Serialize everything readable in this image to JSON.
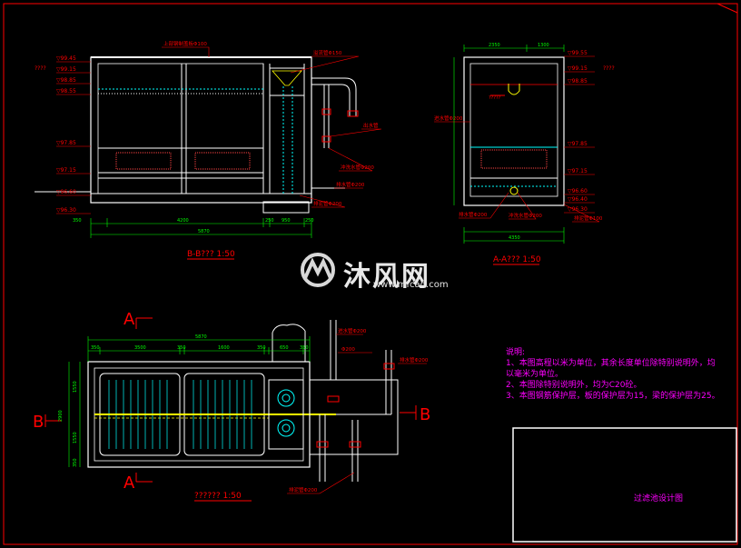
{
  "colors": {
    "background": "#000000",
    "frame": "#ff0000",
    "structure": "#ffffff",
    "dimension": "#00ff00",
    "annotation": "#ff0000",
    "notes": "#ff00ff",
    "water": "#00ffff",
    "pipe": "#ffff00"
  },
  "section_bb": {
    "label": "B-B??? 1:50",
    "levels": [
      "▽99.45",
      "▽99.15",
      "▽98.85",
      "▽98.55",
      "▽97.85",
      "▽97.15",
      "▽96.60",
      "▽96.30"
    ],
    "level_note": "????",
    "callouts": [
      "上部钢制盖板Φ100",
      "溢流管Φ150",
      "出水管",
      "冲洗水管Φ200",
      "排水管Φ200",
      "排泥管Φ200"
    ],
    "dims": [
      "350",
      "4200",
      "250",
      "950",
      "250",
      "5870"
    ]
  },
  "section_aa": {
    "label": "A-A??? 1:50",
    "levels": [
      "▽99.55",
      "▽99.15",
      "▽98.85",
      "▽97.85",
      "▽97.15",
      "▽96.60",
      "▽96.40",
      "▽96.30"
    ],
    "level_note": "????",
    "inner_note": "?????",
    "callouts": [
      "进水管Φ200",
      "排水管Φ200",
      "冲洗水管Φ200",
      "排泥管Φ100"
    ],
    "dims": [
      "2350",
      "1300",
      "4350"
    ]
  },
  "plan": {
    "label": "?????? 1:50",
    "section_marks": [
      "A",
      "A",
      "B",
      "B"
    ],
    "dims_top": [
      "350",
      "3500",
      "350",
      "1600",
      "350",
      "650",
      "350",
      "5870"
    ],
    "dims_left": [
      "2900",
      "1550",
      "1550",
      "350"
    ],
    "callouts": [
      "进水管Φ200",
      "Φ200",
      "排泥管Φ200",
      "排水管Φ200"
    ]
  },
  "notes": {
    "heading": "说明:",
    "lines": [
      "1、本图高程以米为单位，其余长度单位除特别说明外，均",
      "以毫米为单位。",
      "2、本图除特别说明外，均为C20砼。",
      "3、本图钢筋保护层，板的保护层为15，梁的保护层为25。"
    ]
  },
  "title_block": {
    "title": "过滤池设计图"
  },
  "watermark": {
    "logo_text": "沐风网",
    "url": "www.mfcad.com"
  }
}
